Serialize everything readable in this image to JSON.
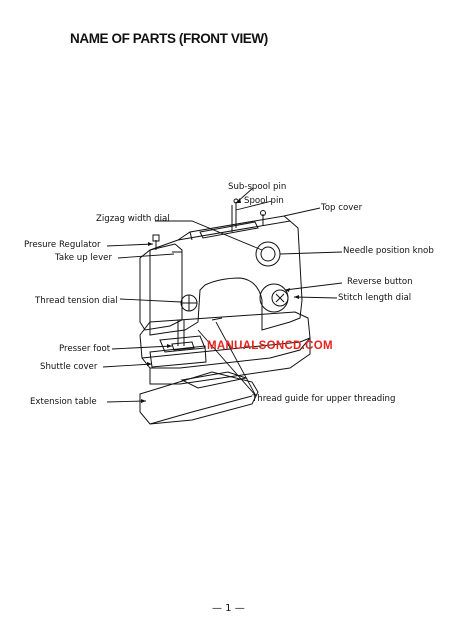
{
  "page": {
    "title": "NAME OF PARTS (FRONT VIEW)",
    "page_number": "— 1 —",
    "watermark": "MANUALSONCD.COM"
  },
  "labels": {
    "sub_spool_pin": "Sub-spool pin",
    "spool_pin": "Spool pin",
    "top_cover": "Top cover",
    "zigzag_width_dial": "Zigzag width dial",
    "presure_regulator": "Presure Regulator",
    "needle_position_knob": "Needle position knob",
    "take_up_lever": "Take up lever",
    "reverse_button": "Reverse button",
    "thread_tension_dial": "Thread tension dial",
    "stitch_length_dial": "Stitch length dial",
    "presser_foot": "Presser foot",
    "shuttle_cover": "Shuttle cover",
    "extension_table": "Extension table",
    "thread_guide": "Thread guide for upper threading"
  },
  "colors": {
    "ink": "#111111",
    "watermark": "#e8231f",
    "background": "#ffffff"
  }
}
